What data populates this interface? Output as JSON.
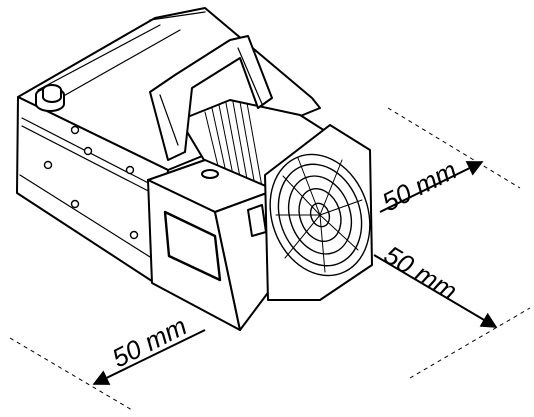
{
  "dimensions": {
    "top_right": {
      "label": "50 mm"
    },
    "right": {
      "label": "50 mm"
    },
    "bottom_left": {
      "label": "50 mm"
    }
  },
  "colors": {
    "line": "#000000",
    "fill": "#ffffff",
    "screen": "#ffffff"
  }
}
